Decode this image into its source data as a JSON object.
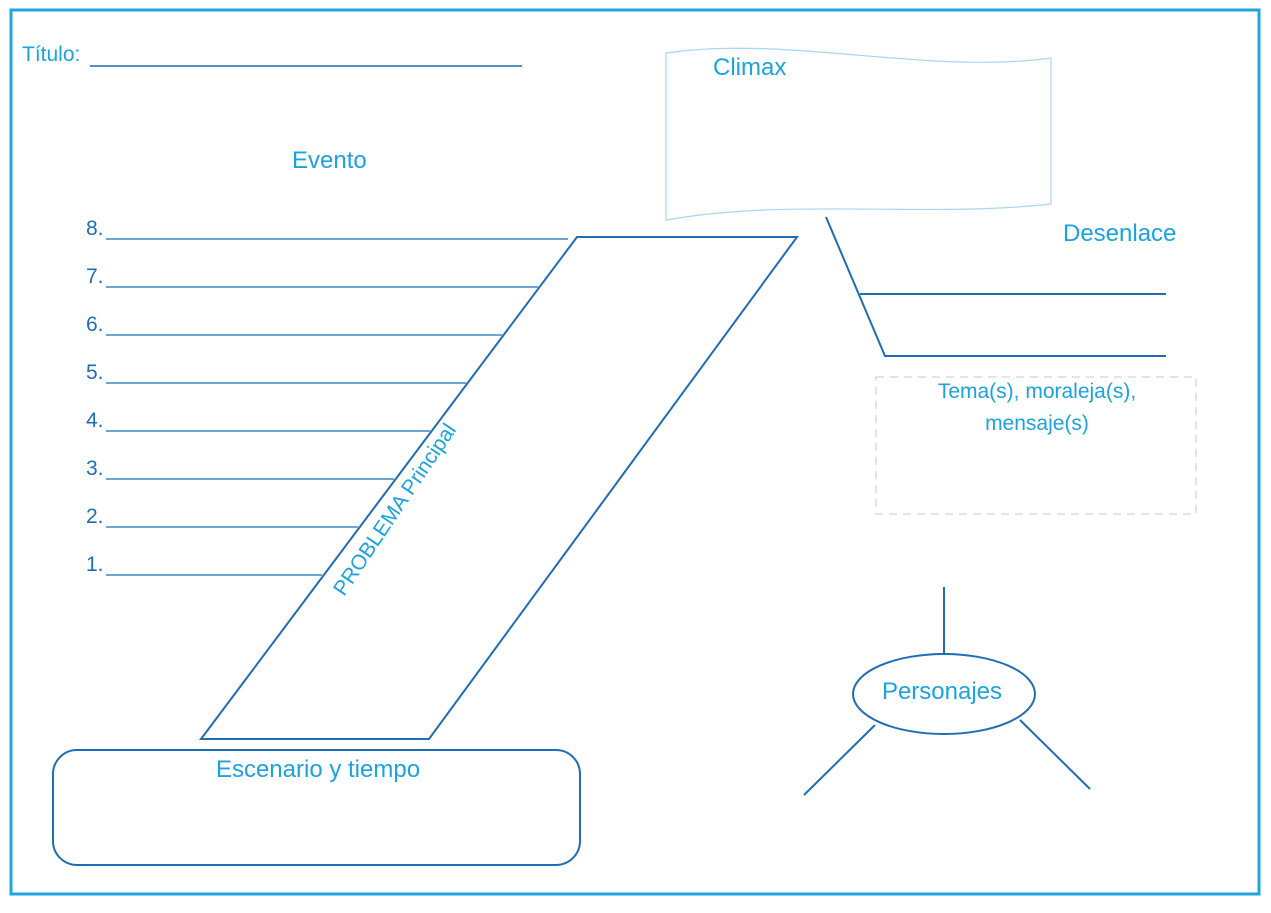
{
  "colors": {
    "border": "#1fa6dd",
    "line": "#1f6db4",
    "accent_text": "#1aa3e0",
    "flag_stroke": "#a9d7ef",
    "dashed_box": "#c8c8c8"
  },
  "title_label": "Título:",
  "event_header": "Evento",
  "event_lines": [
    "8.",
    "7.",
    "6.",
    "5.",
    "4.",
    "3.",
    "2.",
    "1."
  ],
  "problem_label": "PROBLEMA Principal",
  "climax_label": "Climax",
  "resolution_label": "Desenlace",
  "theme_label_line1": "Tema(s), moraleja(s),",
  "theme_label_line2": "mensaje(s)",
  "characters_label": "Personajes",
  "setting_label": "Escenario y tiempo"
}
